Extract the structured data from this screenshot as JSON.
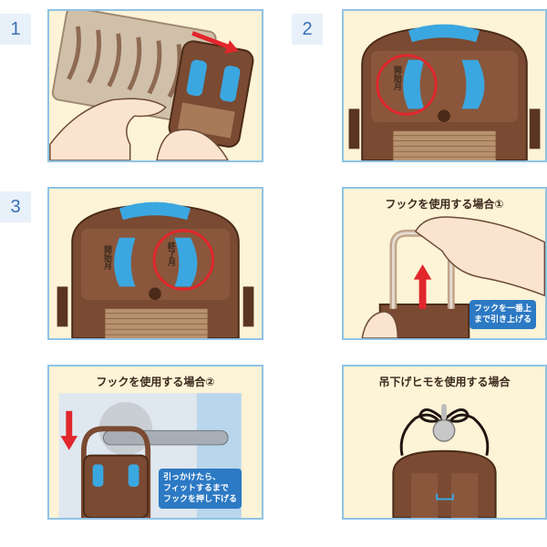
{
  "steps": [
    {
      "number": "1"
    },
    {
      "number": "2",
      "start_label": "開始月"
    },
    {
      "number": "3",
      "start_label": "開始月",
      "end_label": "終了月"
    },
    {
      "title": "フックを使用する場合①",
      "callout": [
        "フックを一番上",
        "まで引き上げる"
      ]
    },
    {
      "title": "フックを使用する場合②",
      "callout": [
        "引っかけたら、",
        "フィットするまで",
        "フックを押し下げる"
      ]
    },
    {
      "title": "吊下げヒモを使用する場合"
    }
  ],
  "colors": {
    "panel_bg": "#fdf3d6",
    "panel_border": "#8fc3e6",
    "device_brown": "#7a4a32",
    "dial_blue": "#3ba7e0",
    "highlight_red": "#e1262c",
    "callout_blue": "#2c79c4"
  }
}
